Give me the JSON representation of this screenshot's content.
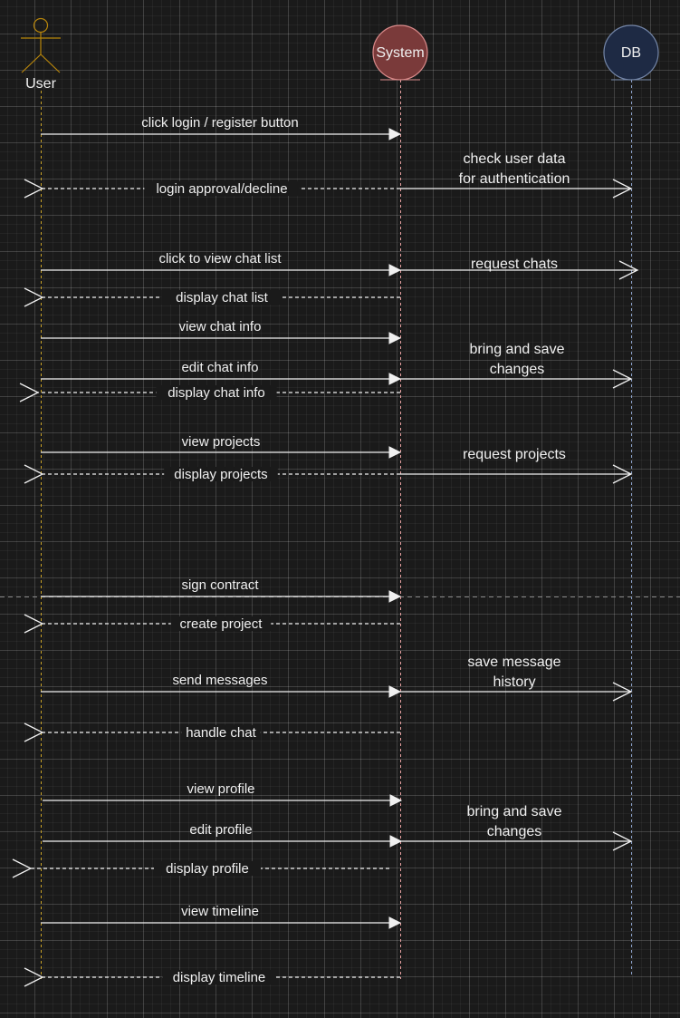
{
  "participants": [
    {
      "id": "user",
      "label": "User",
      "kind": "actor",
      "stroke": "#b8860b",
      "lifeline_color": "#c9a227"
    },
    {
      "id": "system",
      "label": "System",
      "kind": "circle",
      "fill": "#7a3a3a",
      "stroke": "#d98a8a",
      "lifeline_color": "#e8a0a0"
    },
    {
      "id": "db",
      "label": "DB",
      "kind": "circle",
      "fill": "#1e2a44",
      "stroke": "#7486a8",
      "lifeline_color": "#8aa0c8"
    }
  ],
  "messages": [
    {
      "id": "m1",
      "label": "click login / register button",
      "from": "user",
      "to": "system",
      "style": "solid"
    },
    {
      "id": "m2",
      "label": "check user data\nfor authentication",
      "from": "system",
      "to": "db",
      "style": "solid"
    },
    {
      "id": "m3",
      "label": "login approval/decline",
      "from": "system",
      "to": "user",
      "style": "dashed"
    },
    {
      "id": "m4",
      "label": "click to view chat list",
      "from": "user",
      "to": "system",
      "style": "solid"
    },
    {
      "id": "m5",
      "label": "request chats",
      "from": "system",
      "to": "db",
      "style": "solid"
    },
    {
      "id": "m6",
      "label": "display chat list",
      "from": "system",
      "to": "user",
      "style": "dashed"
    },
    {
      "id": "m7",
      "label": "view chat info",
      "from": "user",
      "to": "system",
      "style": "solid"
    },
    {
      "id": "m8",
      "label": "edit chat info",
      "from": "user",
      "to": "system",
      "style": "solid"
    },
    {
      "id": "m9",
      "label": "bring and save\nchanges",
      "from": "system",
      "to": "db",
      "style": "solid"
    },
    {
      "id": "m10",
      "label": "display chat info",
      "from": "system",
      "to": "user",
      "style": "dashed"
    },
    {
      "id": "m11",
      "label": "view projects",
      "from": "user",
      "to": "system",
      "style": "solid"
    },
    {
      "id": "m12",
      "label": "request projects",
      "from": "system",
      "to": "db",
      "style": "solid"
    },
    {
      "id": "m13",
      "label": "display projects",
      "from": "system",
      "to": "user",
      "style": "dashed"
    },
    {
      "id": "m14",
      "label": "sign contract",
      "from": "user",
      "to": "system",
      "style": "solid"
    },
    {
      "id": "m15",
      "label": "create project",
      "from": "system",
      "to": "user",
      "style": "dashed"
    },
    {
      "id": "m16",
      "label": "send messages",
      "from": "user",
      "to": "system",
      "style": "solid"
    },
    {
      "id": "m17",
      "label": "save message\nhistory",
      "from": "system",
      "to": "db",
      "style": "solid"
    },
    {
      "id": "m18",
      "label": "handle chat",
      "from": "system",
      "to": "user",
      "style": "dashed"
    },
    {
      "id": "m19",
      "label": "view profile",
      "from": "user",
      "to": "system",
      "style": "solid"
    },
    {
      "id": "m20",
      "label": "edit profile",
      "from": "user",
      "to": "system",
      "style": "solid"
    },
    {
      "id": "m21",
      "label": "bring and save\nchanges",
      "from": "system",
      "to": "db",
      "style": "solid"
    },
    {
      "id": "m22",
      "label": "display profile",
      "from": "system",
      "to": "user",
      "style": "dashed"
    },
    {
      "id": "m23",
      "label": "view timeline",
      "from": "user",
      "to": "system",
      "style": "solid"
    },
    {
      "id": "m24",
      "label": "display timeline",
      "from": "system",
      "to": "user",
      "style": "dashed"
    }
  ],
  "colors": {
    "background": "#1a1a1a",
    "arrow": "#f0f0f0",
    "text": "#f0f0f0",
    "divider": "#888888"
  }
}
